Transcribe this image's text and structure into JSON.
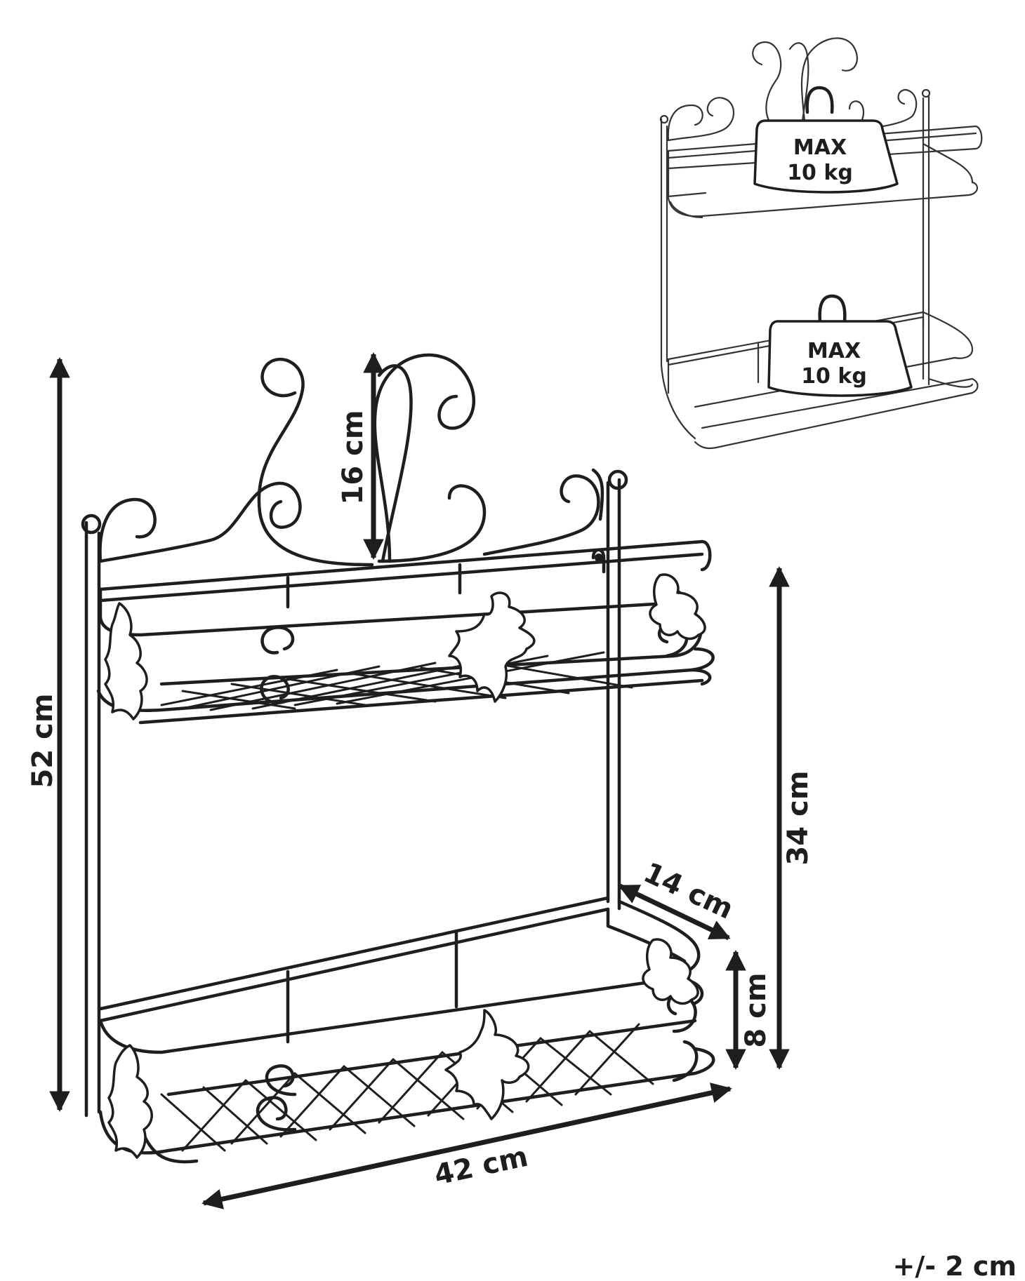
{
  "dimensions": {
    "height_total": "52 cm",
    "crown_height": "16 cm",
    "shelf_span": "34 cm",
    "depth": "14 cm",
    "rail_height": "8 cm",
    "width": "42 cm"
  },
  "load": {
    "top_line1": "MAX",
    "top_line2": "10 kg",
    "bottom_line1": "MAX",
    "bottom_line2": "10 kg"
  },
  "tolerance": "+/- 2 cm",
  "colors": {
    "line": "#1e1e1e",
    "background": "#ffffff"
  }
}
